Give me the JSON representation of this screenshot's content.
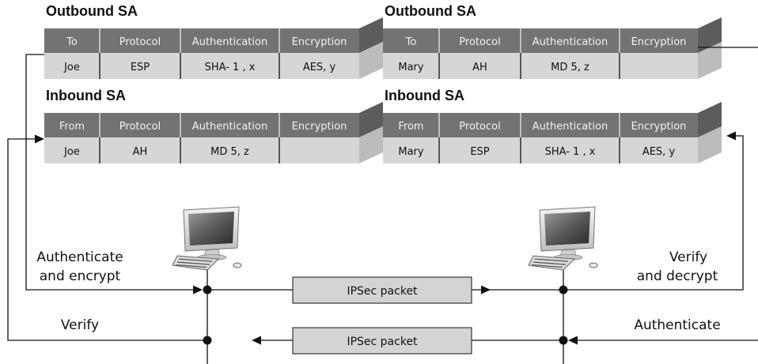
{
  "colors": {
    "header_fill": "#737373",
    "row_fill": "#d6d6d6",
    "depth_fill": "#bcbcbc",
    "depth_header_fill": "#5c5c5c",
    "line": "#111111",
    "packet_fill": "#d4d4d4"
  },
  "tables": {
    "left_outbound": {
      "title": "Outbound SA",
      "headers": [
        "To",
        "Protocol",
        "Authentication",
        "Encryption"
      ],
      "row": [
        "Joe",
        "ESP",
        "SHA- 1 , x",
        "AES, y"
      ]
    },
    "right_outbound": {
      "title": "Outbound SA",
      "headers": [
        "To",
        "Protocol",
        "Authentication",
        "Encryption"
      ],
      "row": [
        "Mary",
        "AH",
        "MD 5, z",
        ""
      ]
    },
    "left_inbound": {
      "title": "Inbound SA",
      "headers": [
        "From",
        "Protocol",
        "Authentication",
        "Encryption"
      ],
      "row": [
        "Joe",
        "AH",
        "MD 5, z",
        ""
      ]
    },
    "right_inbound": {
      "title": "Inbound SA",
      "headers": [
        "From",
        "Protocol",
        "Authentication",
        "Encryption"
      ],
      "row": [
        "Mary",
        "ESP",
        "SHA- 1 , x",
        "AES, y"
      ]
    }
  },
  "labels": {
    "left_top": [
      "Authenticate",
      "and encrypt"
    ],
    "left_bottom": "Verify",
    "right_top": [
      "Verify",
      "and decrypt"
    ],
    "right_bottom": "Authenticate"
  },
  "packets": {
    "upper": "IPSec packet",
    "lower": "IPSec packet"
  },
  "icons": {
    "left_host": "desktop-computer-icon",
    "right_host": "desktop-computer-icon"
  }
}
